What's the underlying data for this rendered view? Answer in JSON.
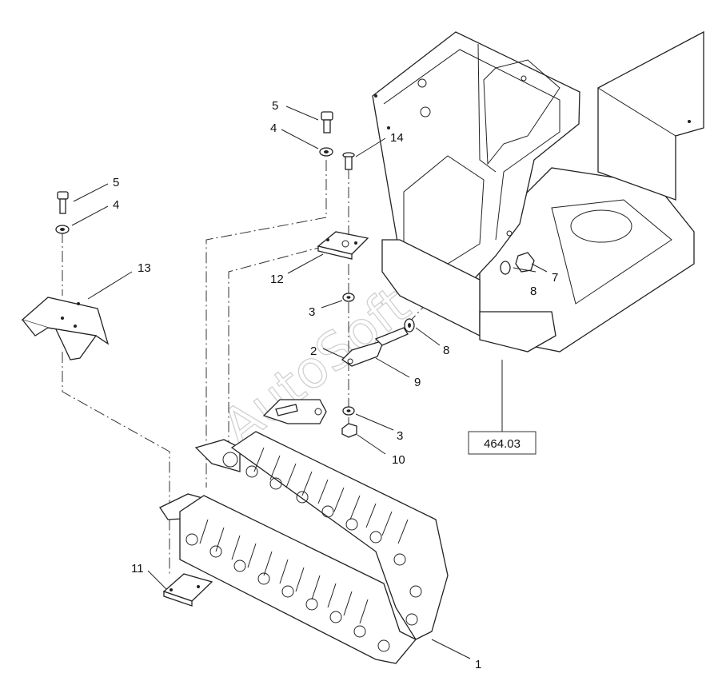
{
  "callouts": [
    {
      "id": "c-5a",
      "label": "5"
    },
    {
      "id": "c-4a",
      "label": "4"
    },
    {
      "id": "c-14",
      "label": "14"
    },
    {
      "id": "c-5b",
      "label": "5"
    },
    {
      "id": "c-4b",
      "label": "4"
    },
    {
      "id": "c-13",
      "label": "13"
    },
    {
      "id": "c-12",
      "label": "12"
    },
    {
      "id": "c-3a",
      "label": "3"
    },
    {
      "id": "c-2",
      "label": "2"
    },
    {
      "id": "c-8a",
      "label": "8"
    },
    {
      "id": "c-7",
      "label": "7"
    },
    {
      "id": "c-8b",
      "label": "8"
    },
    {
      "id": "c-9",
      "label": "9"
    },
    {
      "id": "c-3b",
      "label": "3"
    },
    {
      "id": "c-10",
      "label": "10"
    },
    {
      "id": "c-11",
      "label": "11"
    },
    {
      "id": "c-1",
      "label": "1"
    }
  ],
  "reference_box": {
    "label": "464.03"
  },
  "watermark": {
    "text": "AutoSoft"
  }
}
